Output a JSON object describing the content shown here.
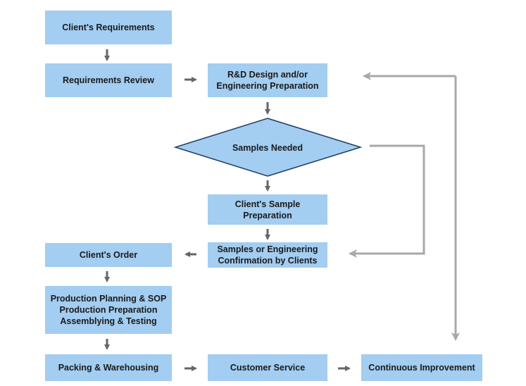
{
  "colors": {
    "box_fill": "#a3cdf1",
    "diamond_stroke": "#1f3e63",
    "arrow": "#666666",
    "feedback_line": "#a8a8a8"
  },
  "nodes": {
    "clients_requirements": "Client's Requirements",
    "requirements_review": "Requirements Review",
    "rd_design": "R&D Design and/or\nEngineering Preparation",
    "samples_needed": "Samples Needed",
    "client_sample_prep": "Client's Sample\nPreparation",
    "samples_confirmation": "Samples or Engineering\nConfirmation by Clients",
    "clients_order": "Client's Order",
    "production": "Production Planning & SOP\nProduction Preparation\nAssemblying & Testing",
    "packing": "Packing & Warehousing",
    "customer_service": "Customer Service",
    "continuous_improvement": "Continuous Improvement"
  }
}
